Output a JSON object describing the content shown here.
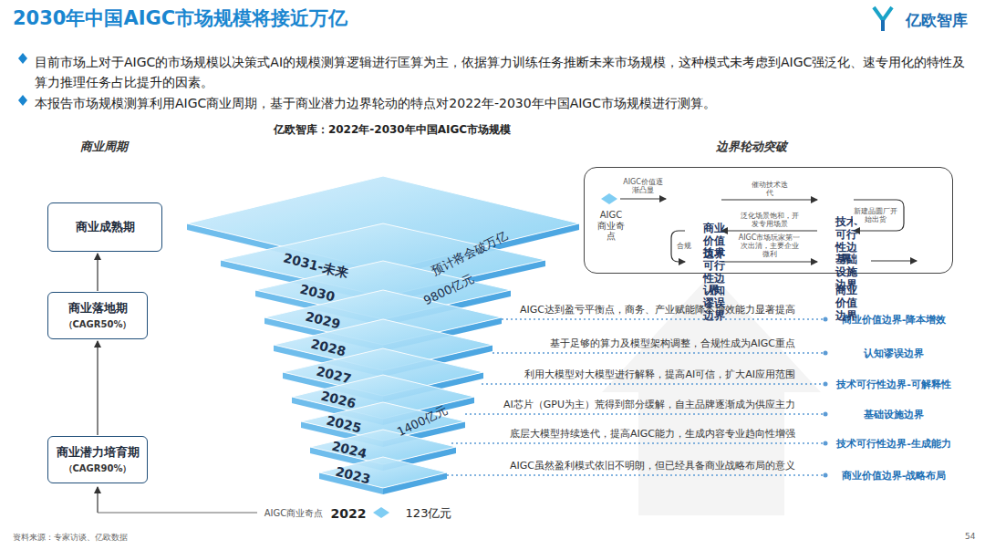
{
  "diagram": {
    "title": "2030年中国AIGC市场规模将接近万亿",
    "caption": "亿欧智库：2022年-2030年中国AIGC市场规模",
    "nodes": [
      {
        "text": [
          "商业成熟期"
        ]
      },
      {
        "text": [
          "商业落地期",
          "（CAGR50%）"
        ]
      },
      {
        "text": [
          "商业潜力培育期",
          "（CAGR90%）"
        ]
      },
      {
        "text": [
          "AIGC商业奇点"
        ]
      },
      {
        "text": [
          "商业价值边界"
        ],
        "in": 3
      },
      {
        "text": [
          "技术可行性边界"
        ],
        "in": 3
      },
      {
        "text": [
          "技术可行性边界"
        ],
        "in": 3
      },
      {
        "text": [
          "基础设施边界"
        ],
        "in": 3
      },
      {
        "text": [
          "认知谬误边界"
        ],
        "in": 3
      },
      {
        "text": [
          "商业价值边界"
        ],
        "in": 3
      }
    ],
    "edges": [
      {
        "from": 2,
        "to": 1,
        "arrow": "to"
      },
      {
        "from": 1,
        "to": 0,
        "arrow": "to"
      },
      {
        "from": 4,
        "to": 5,
        "arrow": "to",
        "label": "催动技术迭代"
      },
      {
        "from": 5,
        "to": 7,
        "arrow": "to",
        "label": "新建晶圆厂开始出货"
      },
      {
        "from": 7,
        "to": 6,
        "arrow": "to",
        "label": "泛化场景饱和，开发专用场景"
      },
      {
        "from": 6,
        "to": 8,
        "arrow": "to",
        "label": "合规"
      },
      {
        "from": 8,
        "to": 9,
        "arrow": "to",
        "label": "AIGC市场玩家第一次出清，主要企业微利"
      }
    ],
    "labels": [
      "亿欧智库",
      "目前市场上对于AIGC的市场规模以决策式AI的规模测算逻辑进行匡算为主，依据算力训练任务推断未来市场规模，这种模式未考虑到AIGC强泛化、速专用化的特性及算力推理任务占比提升的因素。",
      "本报告市场规模测算利用AIGC商业周期，基于商业潜力边界轮动的特点对2022年-2030年中国AIGC市场规模进行测算。",
      "商业周期",
      "边界轮动突破",
      "2031-未来",
      "2030",
      "2029",
      "2028",
      "2027",
      "2026",
      "2025",
      "2024",
      "2023",
      "预计将会破万亿",
      "9800亿元",
      "1400亿元",
      "AIGC商业奇点",
      "2022",
      "123亿元",
      "AIGC达到盈亏平衡点，商务、产业赋能降本增效能力显著提高",
      "基于足够的算力及模型架构调整，合规性成为AIGC重点",
      "利用大模型对大模型进行解释，提高AI可信，扩大AI应用范围",
      "AI芯片（GPU为主）荒得到部分缓解，自主品牌逐渐成为供应主力",
      "底层大模型持续迭代，提高AIGC能力，生成内容专业趋向性增强",
      "AIGC虽然盈利模式依旧不明朗，但已经具备商业战略布局的意义",
      "商业价值边界-降本增效",
      "认知谬误边界",
      "技术可行性边界-可解释性",
      "基础设施边界",
      "技术可行性边界-生成能力",
      "商业价值边界-战略布局",
      "AIGC价值逐渐凸显",
      "资料来源：专家访谈、亿欧数据",
      "54"
    ]
  }
}
